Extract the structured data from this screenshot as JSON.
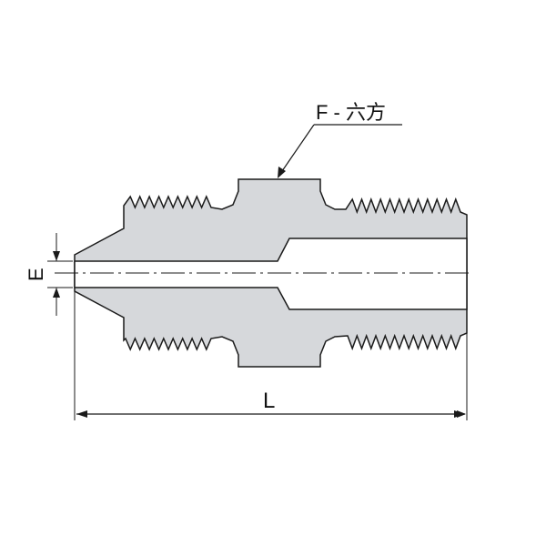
{
  "labels": {
    "hex_callout": "F - 六方",
    "length_dim": "L",
    "bore_dim": "E"
  },
  "colors": {
    "body_fill": "#d6d8db",
    "outline": "#1a1a1a",
    "bore_fill": "#ffffff",
    "background": "#ffffff"
  },
  "parts": {
    "left_thread_teeth": 9,
    "right_thread_teeth": 12
  }
}
